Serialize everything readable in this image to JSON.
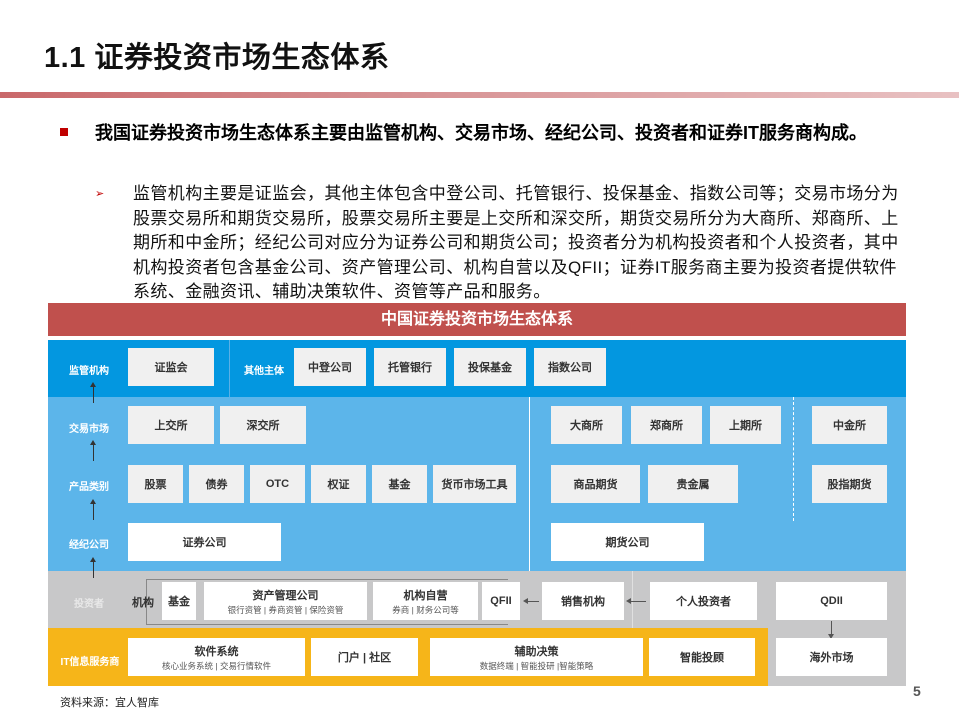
{
  "slide": {
    "title": "1.1 证券投资市场生态体系",
    "bullet_main": "我国证券投资市场生态体系主要由监管机构、交易市场、经纪公司、投资者和证券IT服务商构成。",
    "bullet_sub": "监管机构主要是证监会，其他主体包含中登公司、托管银行、投保基金、指数公司等；交易市场分为股票交易所和期货交易所，股票交易所主要是上交所和深交所，期货交易所分为大商所、郑商所、上期所和中金所；经纪公司对应分为证券公司和期货公司；投资者分为机构投资者和个人投资者，其中机构投资者包含基金公司、资产管理公司、机构自营以及QFII；证券IT服务商主要为投资者提供软件系统、金融资讯、辅助决策软件、资管等产品和服务。",
    "source": "资料来源：宜人智库",
    "page_number": "5"
  },
  "diagram": {
    "title": "中国证券投资市场生态体系",
    "colors": {
      "title_bg": "#c0504d",
      "regulator_bg": "#0397e0",
      "market_bg": "#5cb5ea",
      "investor_bg": "#c8c8c9",
      "it_bg": "#f6b519",
      "box_bg": "#f0f0f0"
    },
    "rows": {
      "regulator": {
        "label": "监管机构",
        "main": "证监会",
        "other_label": "其他主体",
        "others": [
          "中登公司",
          "托管银行",
          "投保基金",
          "指数公司"
        ]
      },
      "market": {
        "label": "交易市场",
        "stock": [
          "上交所",
          "深交所"
        ],
        "futures": [
          "大商所",
          "郑商所",
          "上期所"
        ],
        "financial_futures": "中金所"
      },
      "products": {
        "label": "产品类别",
        "stock": [
          "股票",
          "债券",
          "OTC",
          "权证",
          "基金",
          "货币市场工具"
        ],
        "futures": [
          "商品期货",
          "贵金属"
        ],
        "financial_futures": "股指期货"
      },
      "broker": {
        "label": "经纪公司",
        "stock": "证券公司",
        "futures": "期货公司"
      },
      "investor": {
        "label": "投资者",
        "institution_label": "机构",
        "fund": "基金",
        "asset_mgmt": {
          "title": "资产管理公司",
          "sub": "银行资管 | 券商资管 | 保险资管"
        },
        "proprietary": {
          "title": "机构自营",
          "sub": "券商 | 财务公司等"
        },
        "qfii": "QFII",
        "sales": "销售机构",
        "individual": "个人投资者",
        "qdii": "QDII"
      },
      "it": {
        "label": "IT信息服务商",
        "software": {
          "title": "软件系统",
          "sub": "核心业务系统 | 交易行情软件"
        },
        "portal": "门户 | 社区",
        "decision": {
          "title": "辅助决策",
          "sub": "数据终端 | 智能投研 |智能策略"
        },
        "robo": "智能投顾",
        "overseas": "海外市场"
      }
    }
  }
}
